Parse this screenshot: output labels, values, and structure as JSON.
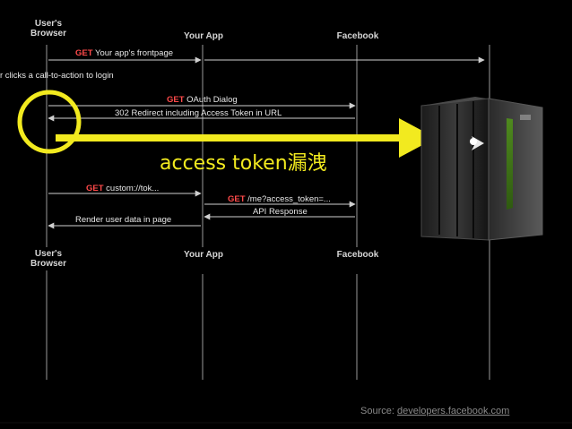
{
  "participants": {
    "browser": "User's\nBrowser",
    "app": "Your App",
    "facebook": "Facebook"
  },
  "messages": {
    "get_frontpage": {
      "method": "GET",
      "text": " Your app's frontpage"
    },
    "click_cta": "r clicks a call-to-action to login",
    "get_oauth": {
      "method": "GET",
      "text": " OAuth Dialog"
    },
    "redirect": "302 Redirect including Access Token in URL",
    "get_custom": {
      "method": "GET",
      "text": " custom://tok..."
    },
    "get_me": {
      "method": "GET",
      "text": " /me?access_token=..."
    },
    "api_response": "API Response",
    "render": "Render user data in page"
  },
  "callout": "access token漏洩",
  "source": {
    "label": "Source: ",
    "link": "developers.facebook.com"
  },
  "colors": {
    "highlight": "#f2ea1f",
    "keyword": "#ff4a4a",
    "background": "#000000"
  },
  "icons": [
    "server-icon"
  ]
}
